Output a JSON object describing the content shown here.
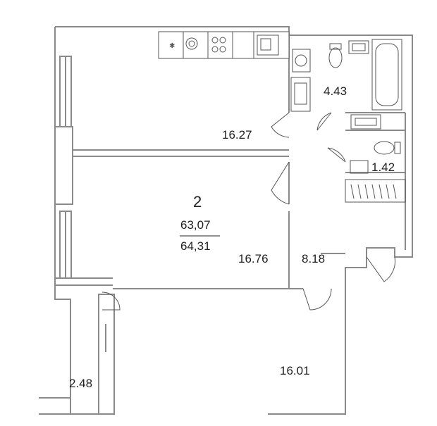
{
  "plan": {
    "rooms_count": "2",
    "total_area": "63,07",
    "total_area_with_balcony": "64,31",
    "rooms": [
      {
        "id": "kitchen",
        "area": "16.27"
      },
      {
        "id": "bathroom",
        "area": "4.43"
      },
      {
        "id": "toilet",
        "area": "1.42"
      },
      {
        "id": "living-room",
        "area": "16.76"
      },
      {
        "id": "hallway",
        "area": "8.18"
      },
      {
        "id": "bedroom",
        "area": "16.01"
      },
      {
        "id": "balcony",
        "area": "2.48"
      }
    ]
  },
  "colors": {
    "wall": "#8a8a8a",
    "wall_fill": "#ffffff",
    "line": "#555555",
    "text": "#222222"
  },
  "icons": [
    "stove-icon",
    "sink-icon",
    "washing-machine-icon",
    "bathtub-icon",
    "toilet-icon",
    "washbasin-icon",
    "radiator-icon"
  ]
}
